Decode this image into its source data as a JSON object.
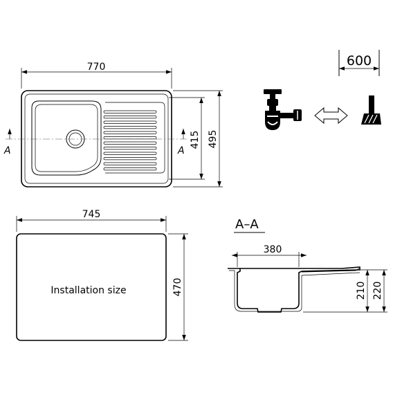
{
  "top_view": {
    "width_dim": "770",
    "bowl_depth_dim": "415",
    "depth_dim": "495",
    "section_mark_left": "A",
    "section_mark_right": "A"
  },
  "cutout_view": {
    "width_dim": "745",
    "height_dim": "470",
    "label": "Installation size"
  },
  "cabinet": {
    "width_dim": "600"
  },
  "section_view": {
    "title": "A–A",
    "bowl_width_dim": "380",
    "bowl_depth_dim": "210",
    "total_depth_dim": "220"
  },
  "icons": {
    "siphon": "siphon-icon",
    "arrow": "double-arrow-icon",
    "cabinet": "cabinet-wall-icon"
  }
}
